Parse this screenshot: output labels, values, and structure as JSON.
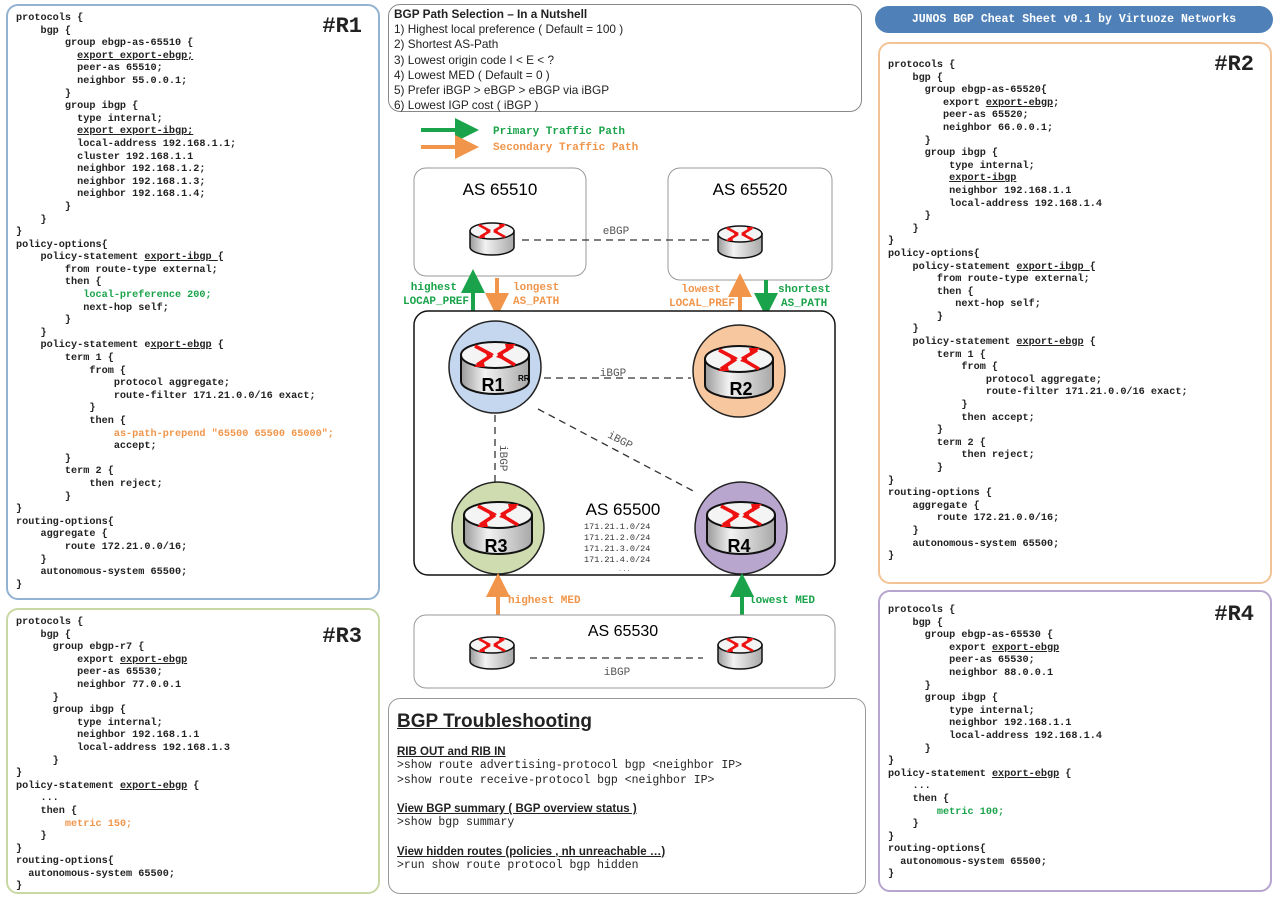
{
  "title": "JUNOS BGP Cheat Sheet v0.1 by Virtuoze Networks",
  "nutshell": {
    "heading": "BGP Path Selection – In a Nutshell",
    "items": [
      "1) Highest local preference ( Default = 100 )",
      "2) Shortest AS-Path",
      "3) Lowest origin code I < E < ?",
      "4) Lowest MED ( Default = 0 )",
      "5) Prefer iBGP > eBGP > eBGP via iBGP",
      "6) Lowest IGP cost ( iBGP )"
    ]
  },
  "legend": {
    "primary": "Primary Traffic Path",
    "secondary": "Secondary Traffic Path",
    "primary_color": "#1aa34a",
    "secondary_color": "#f0954a"
  },
  "diagram": {
    "as_65510": "AS 65510",
    "as_65520": "AS 65520",
    "as_65500": "AS 65500",
    "as_65530": "AS 65530",
    "ebgp_label": "eBGP",
    "ibgp_label": "iBGP",
    "r1": "R1",
    "r1_badge": "RR",
    "r2": "R2",
    "r3": "R3",
    "r4": "R4",
    "r1_up_1": "highest",
    "r1_up_2": "LOCAP_PREF",
    "r1_down_1": "longest",
    "r1_down_2": "AS_PATH",
    "r2_up_1": "lowest",
    "r2_up_2": "LOCAL_PREF",
    "r2_down_1": "shortest",
    "r2_down_2": "AS_PATH",
    "r3_in": "highest MED",
    "r4_in": "lowest MED",
    "prefixes": [
      "171.21.1.0/24",
      "171.21.2.0/24",
      "171.21.3.0/24",
      "171.21.4.0/24",
      "..."
    ],
    "colors": {
      "r1": "#c5d7ee",
      "r2": "#f7c8a0",
      "r3": "#cfdcb0",
      "r4": "#b8a6cf"
    }
  },
  "troubleshooting": {
    "title": "BGP Troubleshooting",
    "sections": [
      {
        "heading": "RIB OUT  and RIB IN",
        "commands": [
          ">show route advertising-protocol bgp <neighbor IP>",
          ">show route receive-protocol bgp <neighbor IP>"
        ]
      },
      {
        "heading": "View BGP summary ( BGP overview status )",
        "commands": [
          ">show bgp summary"
        ]
      },
      {
        "heading": "View hidden routes (policies , nh unreachable …)",
        "commands": [
          ">run show route protocol bgp hidden"
        ]
      }
    ]
  },
  "configs": {
    "r1": {
      "tag": "#R1",
      "lines": [
        [
          [
            "protocols {"
          ]
        ],
        [
          [
            "    bgp {"
          ]
        ],
        [
          [
            "        group ebgp-as-65510 {"
          ]
        ],
        [
          [
            "          "
          ],
          [
            "export export-ebgp;",
            "u"
          ]
        ],
        [
          [
            "          peer-as 65510;"
          ]
        ],
        [
          [
            "          neighbor 55.0.0.1;"
          ]
        ],
        [
          [
            "        }"
          ]
        ],
        [
          [
            "        group ibgp {"
          ]
        ],
        [
          [
            "          type internal;"
          ]
        ],
        [
          [
            "          "
          ],
          [
            "export export-ibgp;",
            "u"
          ]
        ],
        [
          [
            "          local-address 192.168.1.1;"
          ]
        ],
        [
          [
            "          cluster 192.168.1.1"
          ]
        ],
        [
          [
            "          neighbor 192.168.1.2;"
          ]
        ],
        [
          [
            "          neighbor 192.168.1.3;"
          ]
        ],
        [
          [
            "          neighbor 192.168.1.4;"
          ]
        ],
        [
          [
            "        }"
          ]
        ],
        [
          [
            "    }"
          ]
        ],
        [
          [
            "}"
          ]
        ],
        [
          [
            "policy-options{"
          ]
        ],
        [
          [
            "    policy-statement "
          ],
          [
            "export-ibgp ",
            "u"
          ],
          [
            "{"
          ]
        ],
        [
          [
            "        from route-type external;"
          ]
        ],
        [
          [
            "        then {"
          ]
        ],
        [
          [
            "           "
          ],
          [
            "local-preference 200;",
            "g"
          ]
        ],
        [
          [
            "           next-hop self;"
          ]
        ],
        [
          [
            "        }"
          ]
        ],
        [
          [
            "    }"
          ]
        ],
        [
          [
            "    policy-statement e"
          ],
          [
            "xport-ebgp",
            "u"
          ],
          [
            " {"
          ]
        ],
        [
          [
            "        term 1 {"
          ]
        ],
        [
          [
            "            from {"
          ]
        ],
        [
          [
            "                protocol aggregate;"
          ]
        ],
        [
          [
            "                route-filter 171.21.0.0/16 exact;"
          ]
        ],
        [
          [
            "            }"
          ]
        ],
        [
          [
            "            then {"
          ]
        ],
        [
          [
            "                "
          ],
          [
            "as-path-prepend \"65500 65500 65000\";",
            "o"
          ]
        ],
        [
          [
            "                accept;"
          ]
        ],
        [
          [
            "        }"
          ]
        ],
        [
          [
            "        term 2 {"
          ]
        ],
        [
          [
            "            then reject;"
          ]
        ],
        [
          [
            "        }"
          ]
        ],
        [
          [
            "}"
          ]
        ],
        [
          [
            "routing-options{"
          ]
        ],
        [
          [
            "    aggregate {"
          ]
        ],
        [
          [
            "        route 172.21.0.0/16;"
          ]
        ],
        [
          [
            "    }"
          ]
        ],
        [
          [
            "    autonomous-system 65500;"
          ]
        ],
        [
          [
            "}"
          ]
        ]
      ]
    },
    "r2": {
      "tag": "#R2",
      "lines": [
        [
          [
            "protocols {"
          ]
        ],
        [
          [
            "    bgp {"
          ]
        ],
        [
          [
            "      group ebgp-as-65520{"
          ]
        ],
        [
          [
            "         export "
          ],
          [
            "export-ebgp",
            "u"
          ],
          [
            ";"
          ]
        ],
        [
          [
            "         peer-as 65520;"
          ]
        ],
        [
          [
            "         neighbor 66.0.0.1;"
          ]
        ],
        [
          [
            "      }"
          ]
        ],
        [
          [
            "      group ibgp {"
          ]
        ],
        [
          [
            "          type internal;"
          ]
        ],
        [
          [
            "          "
          ],
          [
            "export-ibgp",
            "u"
          ]
        ],
        [
          [
            "          neighbor 192.168.1.1"
          ]
        ],
        [
          [
            "          local-address 192.168.1.4"
          ]
        ],
        [
          [
            "      }"
          ]
        ],
        [
          [
            "    }"
          ]
        ],
        [
          [
            "}"
          ]
        ],
        [
          [
            "policy-options{"
          ]
        ],
        [
          [
            "    policy-statement "
          ],
          [
            "export-ibgp ",
            "u"
          ],
          [
            "{"
          ]
        ],
        [
          [
            "        from route-type external;"
          ]
        ],
        [
          [
            "        then {"
          ]
        ],
        [
          [
            "           next-hop self;"
          ]
        ],
        [
          [
            "        }"
          ]
        ],
        [
          [
            "    }"
          ]
        ],
        [
          [
            "    policy-statement "
          ],
          [
            "export-ebgp",
            "u"
          ],
          [
            " {"
          ]
        ],
        [
          [
            "        term 1 {"
          ]
        ],
        [
          [
            "            from {"
          ]
        ],
        [
          [
            "                protocol aggregate;"
          ]
        ],
        [
          [
            "                route-filter 171.21.0.0/16 exact;"
          ]
        ],
        [
          [
            "            }"
          ]
        ],
        [
          [
            "            then accept;"
          ]
        ],
        [
          [
            "        }"
          ]
        ],
        [
          [
            "        term 2 {"
          ]
        ],
        [
          [
            "            then reject;"
          ]
        ],
        [
          [
            "        }"
          ]
        ],
        [
          [
            "}"
          ]
        ],
        [
          [
            "routing-options {"
          ]
        ],
        [
          [
            "    aggregate {"
          ]
        ],
        [
          [
            "        route 172.21.0.0/16;"
          ]
        ],
        [
          [
            "    }"
          ]
        ],
        [
          [
            "    autonomous-system 65500;"
          ]
        ],
        [
          [
            "}"
          ]
        ]
      ]
    },
    "r3": {
      "tag": "#R3",
      "lines": [
        [
          [
            "protocols {"
          ]
        ],
        [
          [
            "    bgp {"
          ]
        ],
        [
          [
            "      group ebgp-r7 {"
          ]
        ],
        [
          [
            "          export "
          ],
          [
            "export-ebgp",
            "u"
          ]
        ],
        [
          [
            "          peer-as 65530;"
          ]
        ],
        [
          [
            "          neighbor 77.0.0.1"
          ]
        ],
        [
          [
            "      }"
          ]
        ],
        [
          [
            "      group ibgp {"
          ]
        ],
        [
          [
            "          type internal;"
          ]
        ],
        [
          [
            "          neighbor 192.168.1.1"
          ]
        ],
        [
          [
            "          local-address 192.168.1.3"
          ]
        ],
        [
          [
            "      }"
          ]
        ],
        [
          [
            "}"
          ]
        ],
        [
          [
            "policy-statement "
          ],
          [
            "export-ebgp",
            "u"
          ],
          [
            " {"
          ]
        ],
        [
          [
            "    ..."
          ]
        ],
        [
          [
            "    then {"
          ]
        ],
        [
          [
            "        "
          ],
          [
            "metric 150;",
            "o"
          ]
        ],
        [
          [
            "    }"
          ]
        ],
        [
          [
            "}"
          ]
        ],
        [
          [
            "routing-options{"
          ]
        ],
        [
          [
            "  autonomous-system 65500;"
          ]
        ],
        [
          [
            "}"
          ]
        ]
      ]
    },
    "r4": {
      "tag": "#R4",
      "lines": [
        [
          [
            "protocols {"
          ]
        ],
        [
          [
            "    bgp {"
          ]
        ],
        [
          [
            "      group ebgp-as-65530 {"
          ]
        ],
        [
          [
            "          export "
          ],
          [
            "export-ebgp",
            "u"
          ]
        ],
        [
          [
            "          peer-as 65530;"
          ]
        ],
        [
          [
            "          neighbor 88.0.0.1"
          ]
        ],
        [
          [
            "      }"
          ]
        ],
        [
          [
            "      group ibgp {"
          ]
        ],
        [
          [
            "          type internal;"
          ]
        ],
        [
          [
            "          neighbor 192.168.1.1"
          ]
        ],
        [
          [
            "          local-address 192.168.1.4"
          ]
        ],
        [
          [
            "      }"
          ]
        ],
        [
          [
            "}"
          ]
        ],
        [
          [
            "policy-statement "
          ],
          [
            "export-ebgp",
            "u"
          ],
          [
            " {"
          ]
        ],
        [
          [
            "    ..."
          ]
        ],
        [
          [
            "    then {"
          ]
        ],
        [
          [
            "        "
          ],
          [
            "metric 100;",
            "g"
          ]
        ],
        [
          [
            "    }"
          ]
        ],
        [
          [
            "}"
          ]
        ],
        [
          [
            "routing-options{"
          ]
        ],
        [
          [
            "  autonomous-system 65500;"
          ]
        ],
        [
          [
            "}"
          ]
        ]
      ]
    }
  }
}
